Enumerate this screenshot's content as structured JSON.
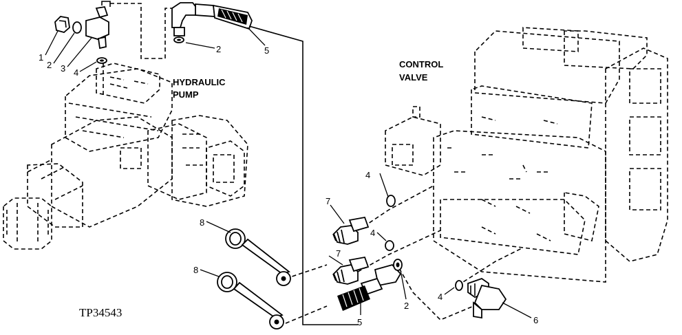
{
  "labels": {
    "hydraulic_pump_line1": "HYDRAULIC",
    "hydraulic_pump_line2": "PUMP",
    "control_valve_line1": "CONTROL",
    "control_valve_line2": "VALVE",
    "figure_ref": "TP34543"
  },
  "callouts": {
    "c1": "1",
    "c2_top_left": "2",
    "c3": "3",
    "c4_top": "4",
    "c2_top_mid": "2",
    "c5_top": "5",
    "c4_mid_a": "4",
    "c4_mid_b": "4",
    "c7_a": "7",
    "c7_b": "7",
    "c8_a": "8",
    "c8_b": "8",
    "c2_bottom": "2",
    "c5_bottom": "5",
    "c4_bottom": "4",
    "c6": "6"
  },
  "colors": {
    "ink": "#000000",
    "paper": "#ffffff"
  }
}
